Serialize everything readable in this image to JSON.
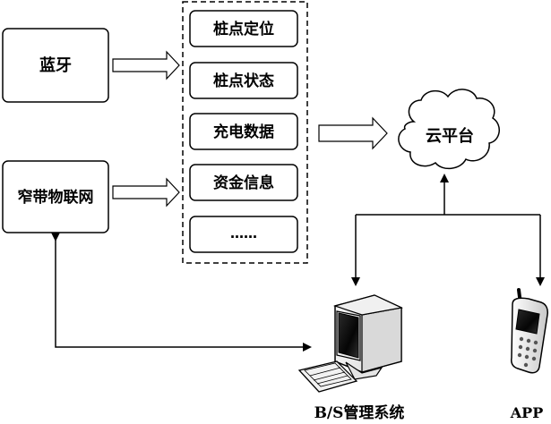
{
  "sources": {
    "bluetooth": "蓝牙",
    "nbiot": "窄带物联网"
  },
  "data_items": [
    "桩点定位",
    "桩点状态",
    "充电数据",
    "资金信息",
    "……"
  ],
  "cloud": "云平台",
  "clients": {
    "bs_system": "B/S管理系统",
    "app": "APP"
  },
  "colors": {
    "stroke": "#000000",
    "background": "#ffffff",
    "screen_shadow": "#1a1a1a"
  }
}
